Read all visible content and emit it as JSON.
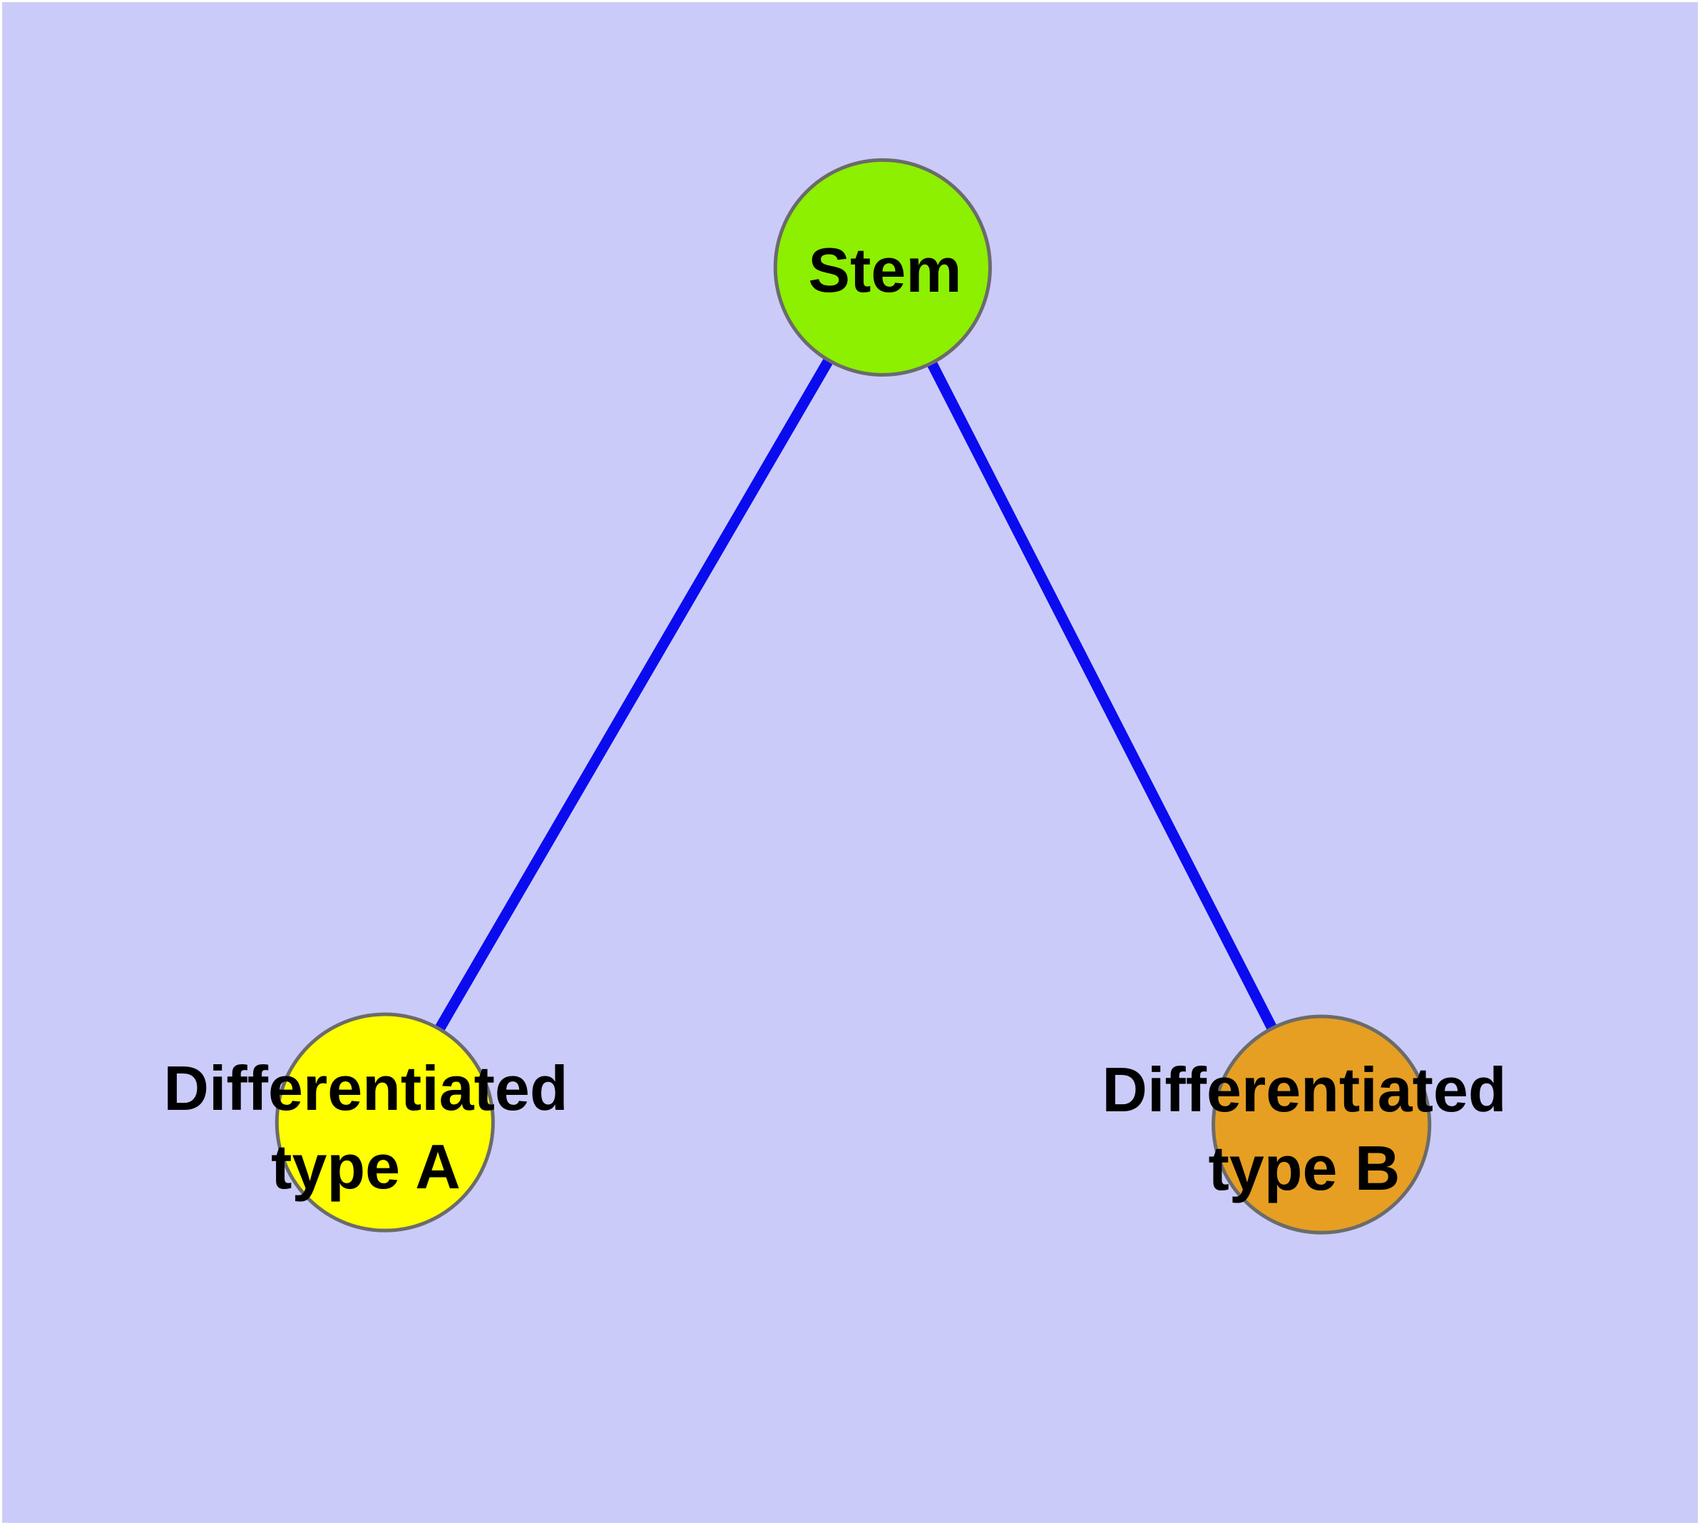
{
  "diagram": {
    "background_color": "#CBCBFA",
    "frame_color": "#FFFFFF",
    "node_border_color": "#6B6B6B",
    "edge_color": "#0B0BF0",
    "nodes": [
      {
        "id": "stem",
        "label": "Stem",
        "fill": "#8CF000"
      },
      {
        "id": "differentiated-type-a",
        "label": "Differentiated type A",
        "label_line1": "Differentiated",
        "label_line2": "type A",
        "fill": "#FFFF00"
      },
      {
        "id": "differentiated-type-b",
        "label": "Differentiated type B",
        "label_line1": "Differentiated",
        "label_line2": "type B",
        "fill": "#E69F22"
      }
    ],
    "edges": [
      {
        "from": "stem",
        "to": "differentiated-type-a",
        "color": "#0B0BF0"
      },
      {
        "from": "stem",
        "to": "differentiated-type-b",
        "color": "#0B0BF0"
      }
    ]
  }
}
